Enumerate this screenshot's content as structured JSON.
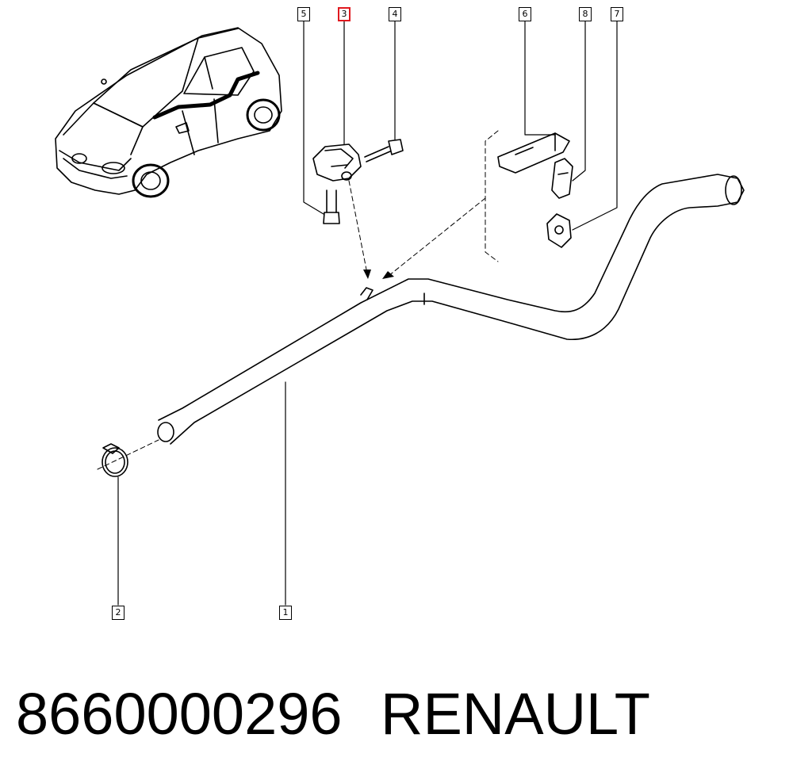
{
  "callouts": {
    "c1": "1",
    "c2": "2",
    "c3": "3",
    "c4": "4",
    "c5": "5",
    "c6": "6",
    "c7": "7",
    "c8": "8"
  },
  "highlight_color": "#e0191f",
  "footer": {
    "part_number": "8660000296",
    "brand": "RENAULT"
  }
}
